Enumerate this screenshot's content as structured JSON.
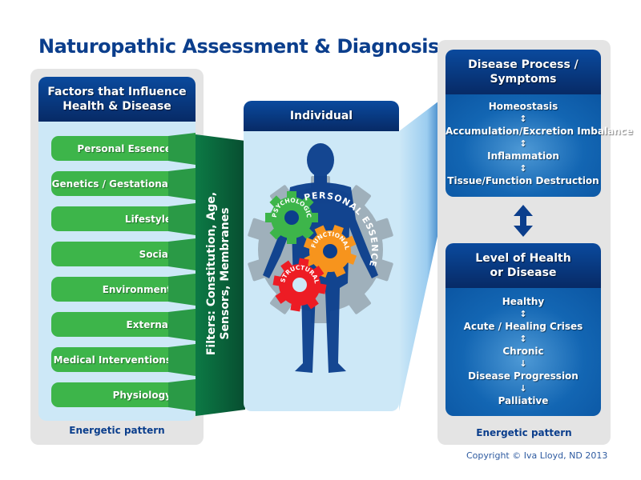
{
  "title": "Naturopathic Assessment & Diagnosis",
  "factors_panel": {
    "header": [
      "Factors that Influence",
      "Health & Disease"
    ],
    "items": [
      {
        "label": "Personal Essence"
      },
      {
        "label": "Genetics / Gestational"
      },
      {
        "label": "Lifestyle"
      },
      {
        "label": "Social"
      },
      {
        "label": "Environment"
      },
      {
        "label": "External"
      },
      {
        "label": "Medical Interventions"
      },
      {
        "label": "Physiology"
      }
    ],
    "footer": "Energetic pattern"
  },
  "filters": {
    "lines": [
      "Filters: Constitution, Age,",
      "Sensors, Membranes"
    ]
  },
  "individual_panel": {
    "header": "Individual",
    "outer_gear_label": "PERSONAL ESSENCE",
    "gears": [
      {
        "label": "PSYCHOLOGICAL",
        "color": "#3db54a"
      },
      {
        "label": "FUNCTIONAL",
        "color": "#f7941d"
      },
      {
        "label": "STRUCTURAL",
        "color": "#ed1c24"
      }
    ],
    "outer_gear_color": "#9fb0bb",
    "figure_color": "#0b3e8c"
  },
  "disease_process_panel": {
    "header": [
      "Disease Process /",
      "Symptoms"
    ],
    "stages": [
      {
        "label": "Homeostasis",
        "connector": "↕"
      },
      {
        "label": "Accumulation/Excretion Imbalance",
        "connector": "↕"
      },
      {
        "label": "Inflammation",
        "connector": "↕"
      },
      {
        "label": "Tissue/Function Destruction",
        "connector": ""
      }
    ]
  },
  "health_level_panel": {
    "header": [
      "Level of Health",
      "or Disease"
    ],
    "stages": [
      {
        "label": "Healthy",
        "connector": "↕"
      },
      {
        "label": "Acute / Healing Crises",
        "connector": "↕"
      },
      {
        "label": "Chronic",
        "connector": "↓"
      },
      {
        "label": "Disease Progression",
        "connector": "↓"
      },
      {
        "label": "Palliative",
        "connector": ""
      }
    ],
    "footer": "Energetic pattern"
  },
  "copyright": "Copyright © Iva Lloyd, ND 2013",
  "colors": {
    "title_blue": "#0b3e8c",
    "header_dark_blue": "#072a66",
    "factor_green": "#3db54a",
    "filter_dark_green": "#0a5a3a",
    "light_blue_body": "#cde8f7",
    "panel_gray": "#e4e4e4"
  }
}
